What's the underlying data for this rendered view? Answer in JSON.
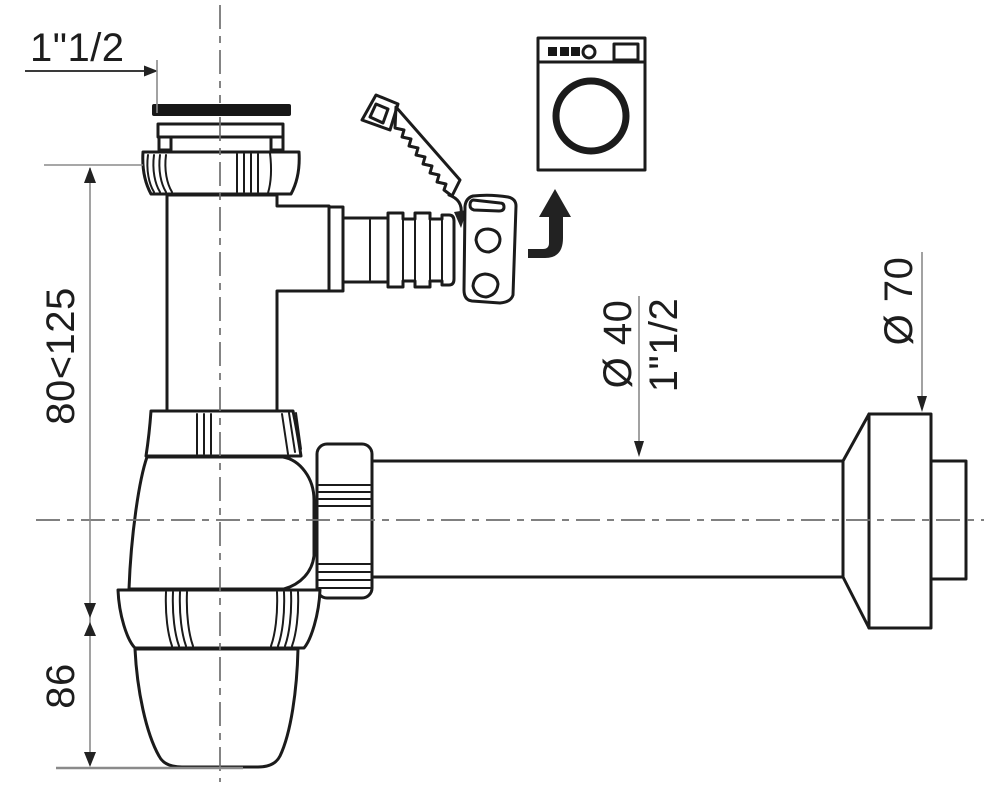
{
  "colors": {
    "background": "#ffffff",
    "line": "#1b1b1b",
    "dimension_line": "#8a8a8a",
    "text": "#1d1d1d",
    "gasket": "#171717"
  },
  "dimensions": {
    "inlet_thread": "1\"1/2",
    "inlet_height_range": "80<125",
    "body_height": "86",
    "outlet_diameter": "Ø 40",
    "outlet_thread": "1\"1/2",
    "wall_flange_diameter": "Ø 70"
  },
  "icons": {
    "washing_machine": "washing-machine-icon",
    "saw": "saw-icon",
    "cut_arrow": "cut-arrow-icon",
    "up_arrow": "up-arrow-icon",
    "hose_cap": "hose-cap"
  }
}
